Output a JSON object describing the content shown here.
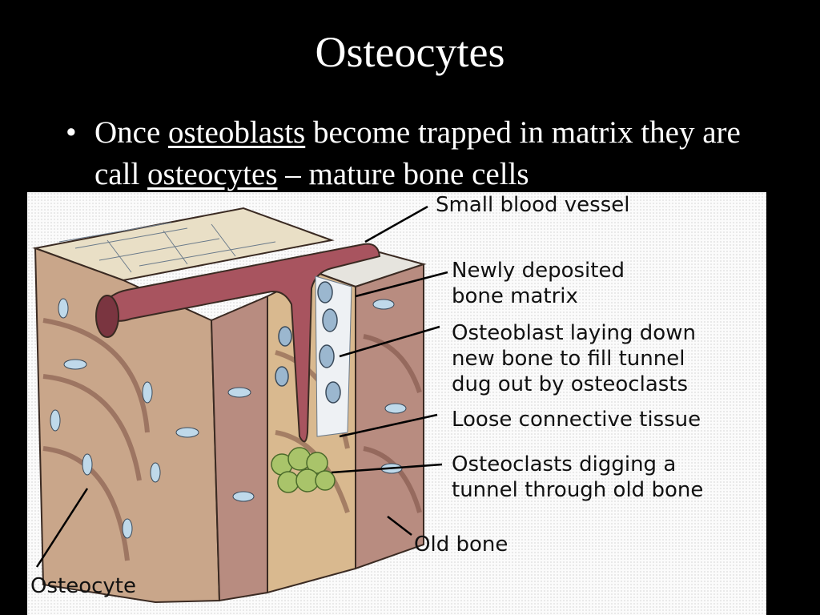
{
  "slide": {
    "title": "Osteocytes",
    "bullet": {
      "marker": "•",
      "part1": "Once ",
      "term1": "osteoblasts",
      "part2": " become trapped in matrix they are call ",
      "term2": "osteocytes",
      "part3": " – mature bone cells"
    }
  },
  "figure": {
    "labels": {
      "blood_vessel": "Small blood vessel",
      "new_matrix": "Newly deposited\nbone matrix",
      "osteoblast": "Osteoblast laying down\nnew bone to fill tunnel\ndug out by osteoclasts",
      "connective": "Loose connective tissue",
      "osteoclasts": "Osteoclasts digging a\ntunnel through old bone",
      "old_bone": "Old bone",
      "osteocyte": "Osteocyte"
    }
  }
}
